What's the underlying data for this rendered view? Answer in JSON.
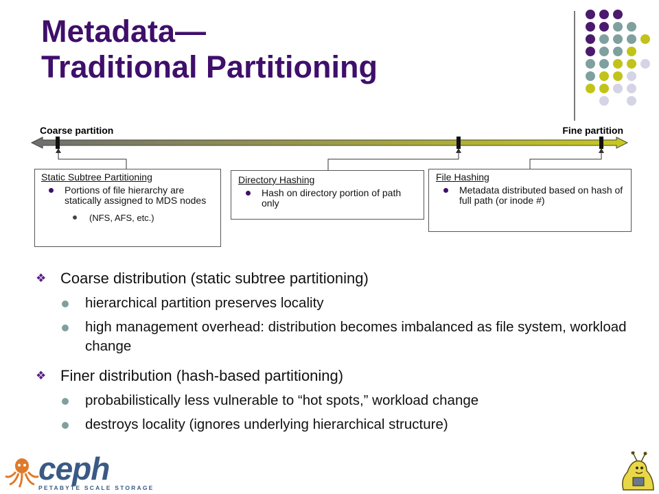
{
  "title": {
    "line1": "Metadata—",
    "line2": "Traditional Partitioning"
  },
  "arrow": {
    "left_label": "Coarse partition",
    "right_label": "Fine partition"
  },
  "boxes": {
    "static": {
      "title": "Static Subtree Partitioning",
      "bullet": "Portions of file hierarchy are statically assigned to MDS nodes",
      "sub_bullet": "(NFS, AFS, etc.)"
    },
    "directory": {
      "title": "Directory Hashing",
      "bullet": "Hash on directory portion of path only"
    },
    "file": {
      "title": "File Hashing",
      "bullet": "Metadata distributed based on hash of full path (or inode #)"
    }
  },
  "bullets": [
    {
      "text": "Coarse distribution (static subtree partitioning)",
      "sub": [
        "hierarchical partition preserves locality",
        "high management overhead: distribution becomes imbalanced as file system, workload change"
      ]
    },
    {
      "text": "Finer distribution (hash-based partitioning)",
      "sub": [
        "probabilistically less vulnerable to “hot spots,” workload change",
        "destroys locality (ignores underlying hierarchical structure)"
      ]
    }
  ],
  "logo": {
    "wordmark": "ceph",
    "tagline": "PETABYTE SCALE STORAGE"
  },
  "colors": {
    "title": "#3f0f6b",
    "dot_purple": "#4b1a6e",
    "dot_teal": "#7fa09e",
    "dot_olive": "#c2c31a",
    "dot_lavender": "#d4d4e6",
    "arrow_start": "#6e6e6e",
    "arrow_end": "#c8c81e",
    "logo": "#3a5a84"
  },
  "icons": [
    "dot-grid-decoration",
    "ceph-octopus-logo-icon",
    "slug-mascot-icon"
  ]
}
